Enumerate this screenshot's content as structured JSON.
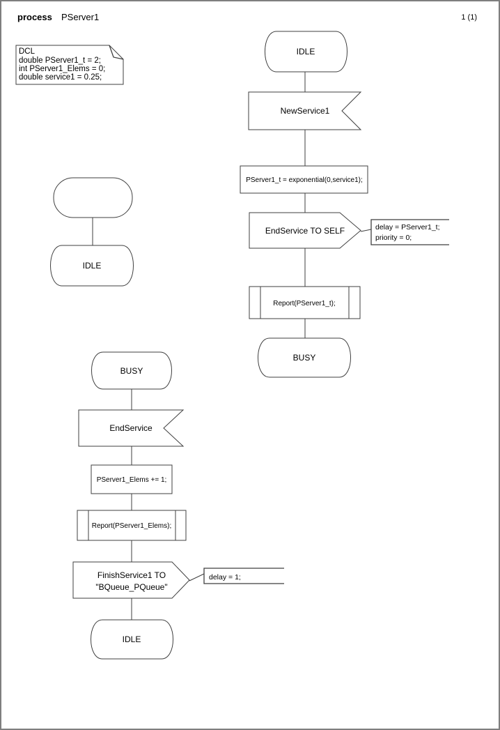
{
  "page": {
    "kind": "process",
    "title": "PServer1",
    "page_number": "1 (1)"
  },
  "declarations": {
    "line1": "DCL",
    "line2": "double PServer1_t = 2;",
    "line3": "int PServer1_Elems = 0;",
    "line4": "double service1 = 0.25;"
  },
  "start_flow": {
    "initial_state": "IDLE"
  },
  "newservice_flow": {
    "from_state": "IDLE",
    "input_signal": "NewService1",
    "task": "PServer1_t = exponential(0,service1);",
    "output_signal": "EndService TO SELF",
    "comment_line1": "delay = PServer1_t;",
    "comment_line2": "priority = 0;",
    "procedure_call": "Report(PServer1_t);",
    "next_state": "BUSY"
  },
  "endservice_flow": {
    "from_state": "BUSY",
    "input_signal": "EndService",
    "task": "PServer1_Elems += 1;",
    "procedure_call": "Report(PServer1_Elems);",
    "output_line1": "FinishService1 TO",
    "output_line2": "\"BQueue_PQueue\"",
    "comment_line1": "delay = 1;",
    "next_state": "IDLE"
  },
  "colors": {
    "background": "#ffffff",
    "page_border": "#7f7f7f",
    "symbol_stroke": "#3f3f3f",
    "text": "#000000"
  }
}
